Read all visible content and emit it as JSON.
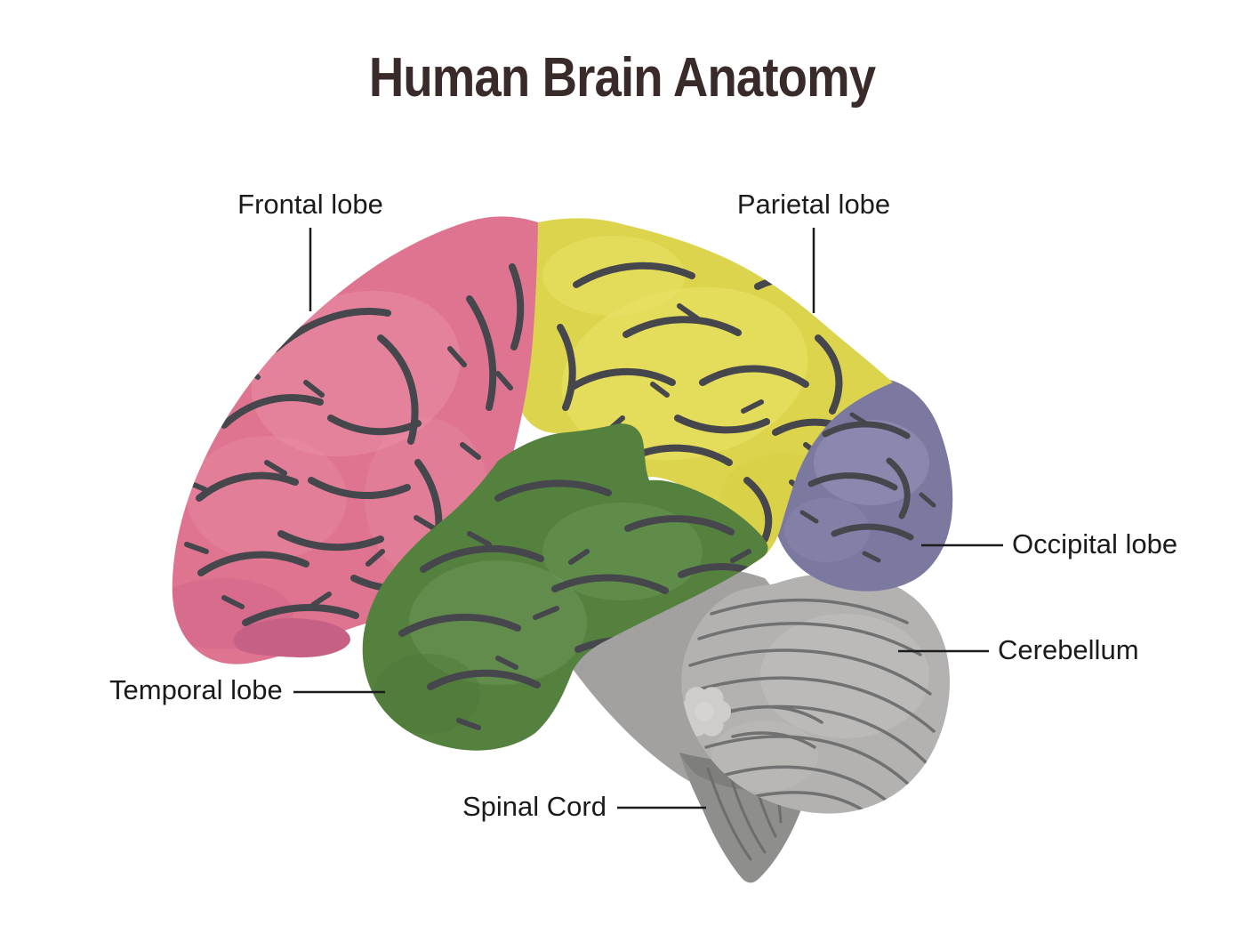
{
  "title": "Human Brain Anatomy",
  "labels": {
    "frontal": "Frontal lobe",
    "parietal": "Parietal lobe",
    "occipital": "Occipital lobe",
    "cerebellum": "Cerebellum",
    "temporal": "Temporal lobe",
    "spinal_cord": "Spinal Cord"
  },
  "colors": {
    "background": "#ffffff",
    "title_text": "#3a2b2b",
    "label_text": "#1b1b1b",
    "leader_line": "#1b1b1b",
    "frontal": "#de7490",
    "frontal_accent": "#c66084",
    "parietal": "#ddd44d",
    "temporal": "#55813f",
    "occipital": "#7b79a0",
    "cerebellum": "#b4b2b0",
    "brainstem": "#a3a1a0",
    "spinal_cord": "#8e8e8c",
    "sulci": "#46474c",
    "cerebellum_lines": "#717171"
  }
}
